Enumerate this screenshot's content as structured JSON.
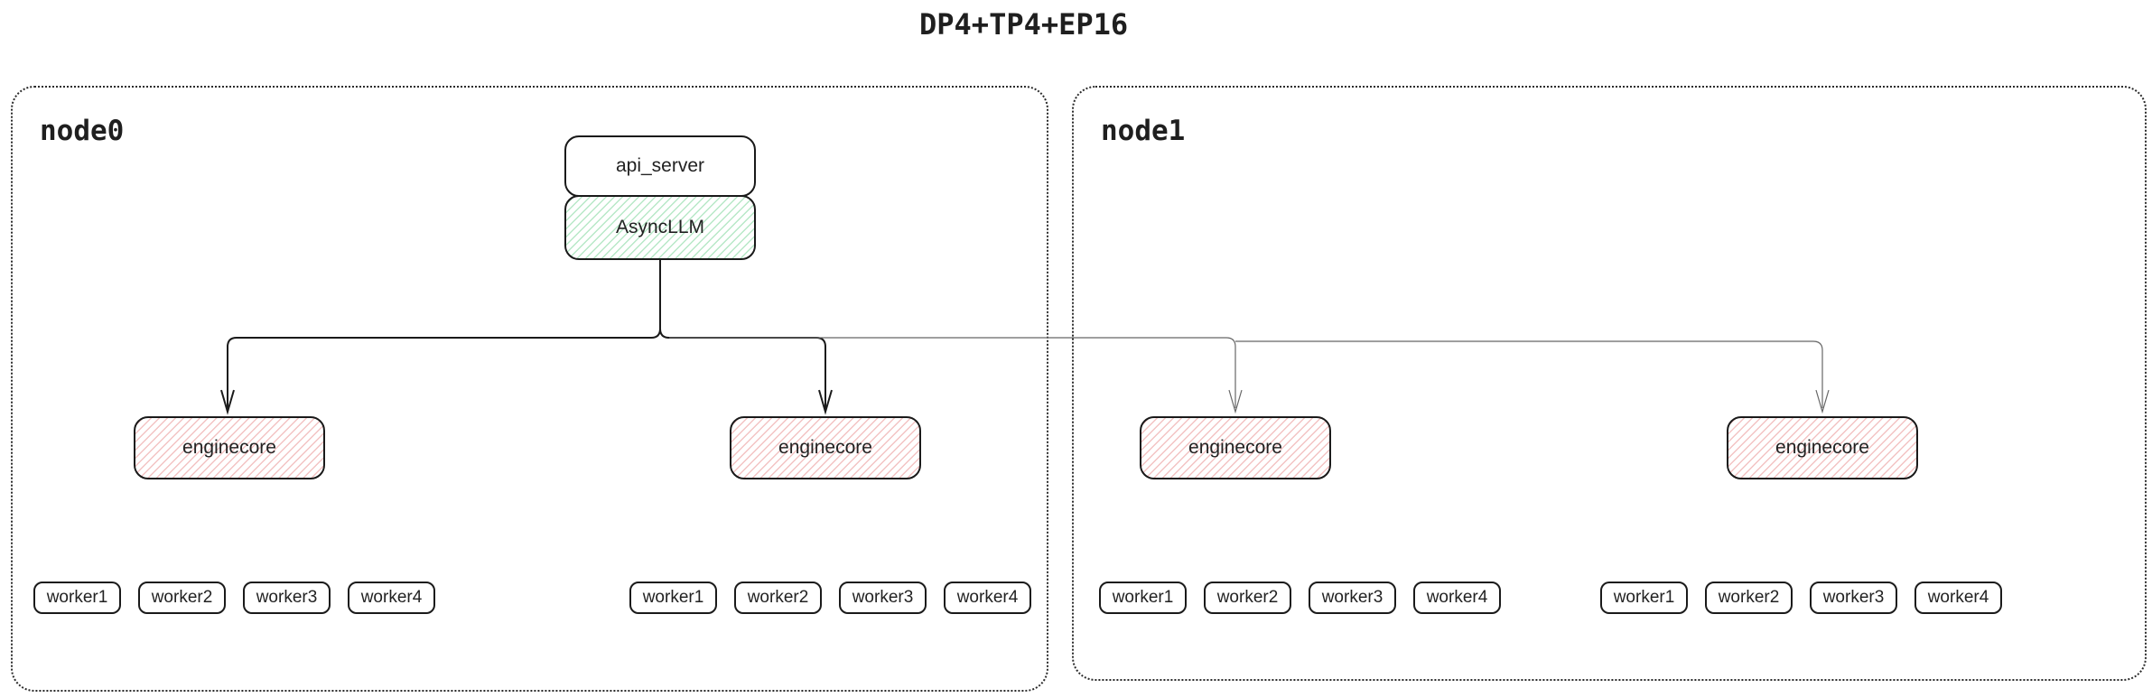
{
  "diagram_title": "DP4+TP4+EP16",
  "colors": {
    "box_border": "#1a1a1a",
    "node_border_dotted": "#2b2b2b",
    "async_llm_hatch_green": "#b7e8c7",
    "enginecore_hatch_pink": "#f3c3c3",
    "thick_connector": "#1a1a1a",
    "thin_connector": "#666666"
  },
  "nodes": [
    {
      "label": "node0",
      "api_server": "api_server",
      "async_llm": "AsyncLLM",
      "enginecores": [
        "enginecore",
        "enginecore"
      ],
      "worker_groups": [
        [
          "worker1",
          "worker2",
          "worker3",
          "worker4"
        ],
        [
          "worker1",
          "worker2",
          "worker3",
          "worker4"
        ]
      ]
    },
    {
      "label": "node1",
      "enginecores": [
        "enginecore",
        "enginecore"
      ],
      "worker_groups": [
        [
          "worker1",
          "worker2",
          "worker3",
          "worker4"
        ],
        [
          "worker1",
          "worker2",
          "worker3",
          "worker4"
        ]
      ]
    }
  ]
}
